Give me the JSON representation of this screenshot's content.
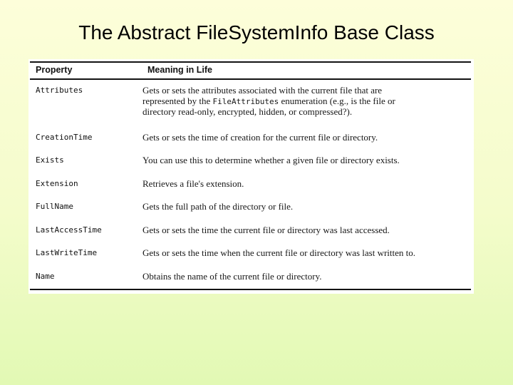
{
  "slide": {
    "title": "The Abstract FileSystemInfo Base Class",
    "colors": {
      "background_top": "#fdfeda",
      "background_bottom": "#e2f9b4",
      "panel_background": "#ffffff",
      "rule": "#131313",
      "text": "#171717"
    }
  },
  "table": {
    "headers": [
      "Property",
      "Meaning in Life"
    ],
    "rows": [
      {
        "property": "Attributes",
        "meaning": [
          {
            "text": "Gets or sets the attributes associated with the current file that are\nrepresented by the ",
            "code": false
          },
          {
            "text": "FileAttributes",
            "code": true
          },
          {
            "text": " enumeration (e.g., is the file or\ndirectory read-only, encrypted, hidden, or compressed?).",
            "code": false
          }
        ]
      },
      {
        "property": "CreationTime",
        "meaning": [
          {
            "text": "Gets or sets the time of creation for the current file or directory.",
            "code": false
          }
        ]
      },
      {
        "property": "Exists",
        "meaning": [
          {
            "text": "You can use this to determine whether a given file or directory exists.",
            "code": false
          }
        ]
      },
      {
        "property": "Extension",
        "meaning": [
          {
            "text": "Retrieves a file's extension.",
            "code": false
          }
        ]
      },
      {
        "property": "FullName",
        "meaning": [
          {
            "text": "Gets the full path of the directory or file.",
            "code": false
          }
        ]
      },
      {
        "property": "LastAccessTime",
        "meaning": [
          {
            "text": "Gets or sets the time the current file or directory was last accessed.",
            "code": false
          }
        ]
      },
      {
        "property": "LastWriteTime",
        "meaning": [
          {
            "text": "Gets or sets the time when the current file or directory was last written to.",
            "code": false
          }
        ]
      },
      {
        "property": "Name",
        "meaning": [
          {
            "text": "Obtains the name of the current file or directory.",
            "code": false
          }
        ]
      }
    ]
  }
}
